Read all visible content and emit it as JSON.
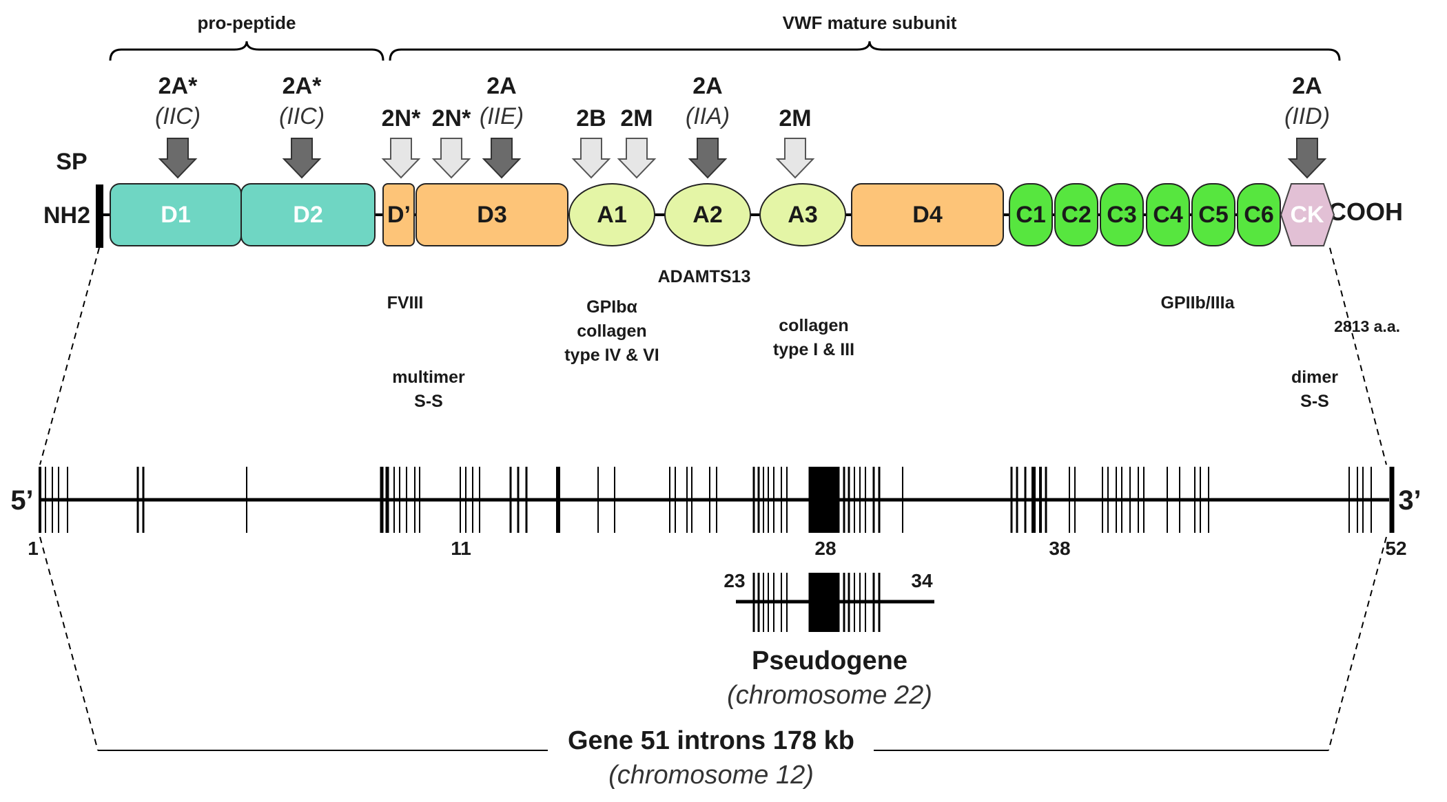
{
  "header": {
    "propeptide_label": "pro-peptide",
    "mature_label": "VWF mature subunit"
  },
  "protein": {
    "sp_label": "SP",
    "nh2_label": "NH2",
    "cooh_label": "COOH",
    "length_label": "2813 a.a.",
    "domains": {
      "D1": "D1",
      "D2": "D2",
      "Dprime": "D’",
      "D3": "D3",
      "A1": "A1",
      "A2": "A2",
      "A3": "A3",
      "D4": "D4",
      "C1": "C1",
      "C2": "C2",
      "C3": "C3",
      "C4": "C4",
      "C5": "C5",
      "C6": "C6",
      "CK": "CK"
    }
  },
  "mutations": {
    "d1_type": "2A*",
    "d1_sub": "(IIC)",
    "d2_type": "2A*",
    "d2_sub": "(IIC)",
    "dprime_a": "2N*",
    "dprime_b": "2N*",
    "d3_type": "2A",
    "d3_sub": "(IIE)",
    "a1_a": "2B",
    "a1_b": "2M",
    "a2_type": "2A",
    "a2_sub": "(IIA)",
    "a3_type": "2M",
    "ck_type": "2A",
    "ck_sub": "(IID)"
  },
  "binding": {
    "fviii": "FVIII",
    "adamts13": "ADAMTS13",
    "gpib_1": "GPIbα",
    "gpib_2": "collagen",
    "gpib_3": "type IV & VI",
    "coll_1": "collagen",
    "coll_2": "type I & III",
    "gpiib": "GPIIb/IIIa",
    "multimer_1": "multimer",
    "multimer_2": "S-S",
    "dimer_1": "dimer",
    "dimer_2": "S-S"
  },
  "gene": {
    "five_prime": "5’",
    "three_prime": "3’",
    "exon_1": "1",
    "exon_11": "11",
    "exon_28": "28",
    "exon_38": "38",
    "exon_52": "52",
    "title": "Gene 51 introns 178 kb",
    "chromosome": "(chromosome 12)"
  },
  "pseudogene": {
    "start": "23",
    "end": "34",
    "title": "Pseudogene",
    "chromosome": "(chromosome 22)"
  },
  "colors": {
    "d1d2": "#6fd6c3",
    "d_orange": "#fdc478",
    "a_domain": "#e4f5a6",
    "c_domain": "#57e63f",
    "ck": "#e2c0d5",
    "arrow_dark": "#6b6b6b",
    "arrow_light": "#e6e6e6"
  }
}
